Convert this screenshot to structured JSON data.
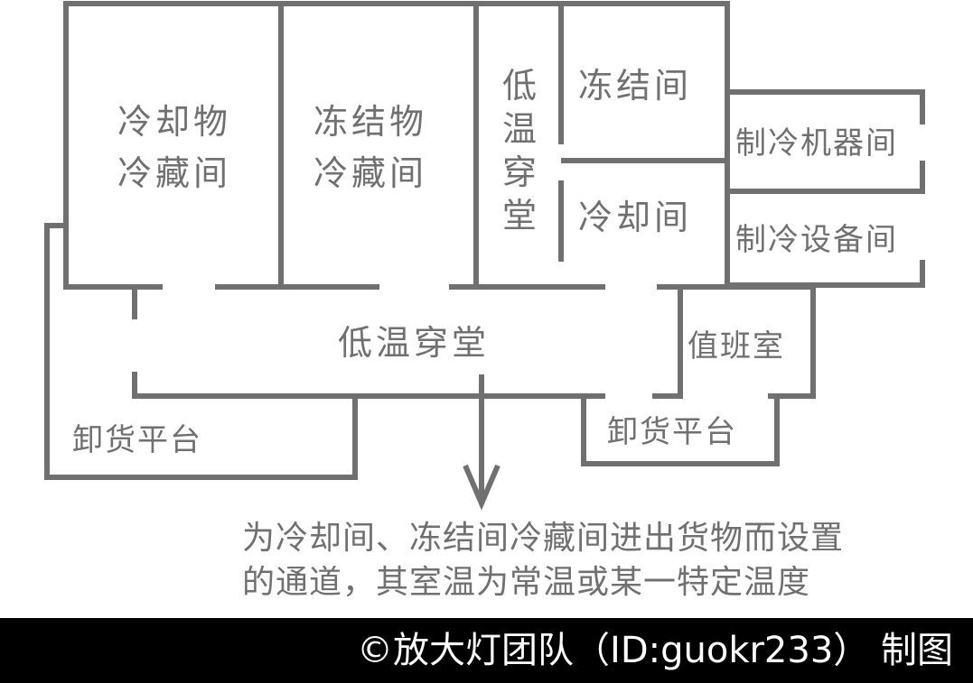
{
  "rooms": {
    "chilled_storage_line1": "冷却物",
    "chilled_storage_line2": "冷藏间",
    "frozen_storage_line1": "冻结物",
    "frozen_storage_line2": "冷藏间",
    "corridor_vertical": [
      "低",
      "温",
      "穿",
      "堂"
    ],
    "freezing_room": "冻结间",
    "cooling_room": "冷却间",
    "refrigeration_machine_room": "制冷机器间",
    "refrigeration_equipment_room": "制冷设备间",
    "corridor_main": "低温穿堂",
    "duty_room": "值班室",
    "unloading_platform_left": "卸货平台",
    "unloading_platform_right": "卸货平台"
  },
  "annotation": {
    "line1": "为冷却间、冻结间冷藏间进出货物而设置",
    "line2": "的通道，其室温为常温或某一特定温度"
  },
  "footer": {
    "credit": "©放大灯团队（ID:guokr233） 制图"
  },
  "colors": {
    "wall": "#707070",
    "text": "#707070",
    "footer_bg": "#000000",
    "footer_text": "#ffffff"
  }
}
